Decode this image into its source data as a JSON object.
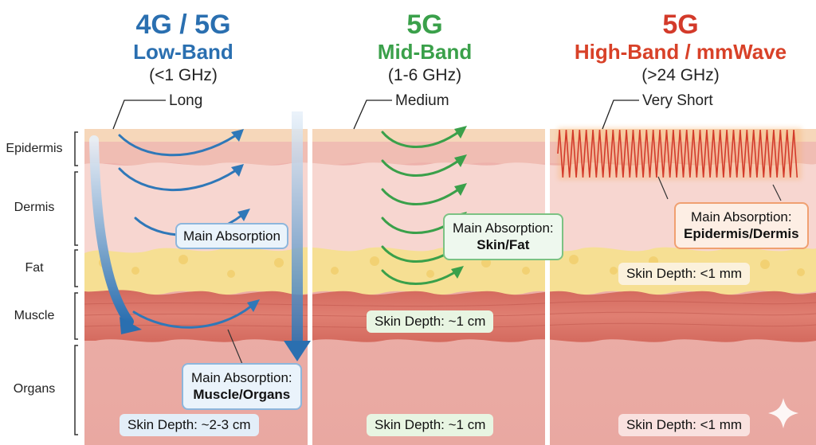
{
  "colors": {
    "low_band": "#2a6fb0",
    "mid_band": "#3aa04a",
    "high_band": "#d33a2a",
    "high_band_accent": "#e25a28",
    "epidermis": "#f2c3b6",
    "dermis": "#f6d2cc",
    "fat": "#f6df93",
    "muscle": "#d96e62",
    "organs": "#eeb3ad"
  },
  "layers": [
    "Epidermis",
    "Dermis",
    "Fat",
    "Muscle",
    "Organs"
  ],
  "bands": [
    {
      "title": "4G / 5G",
      "subtitle": "Low-Band",
      "range": "(<1 GHz)",
      "wavelength": "Long",
      "absorption_label": "Main Absorption",
      "absorption_prefix": "Main Absorption:",
      "absorption_target": "Muscle/Organs",
      "skin_depth": "Skin Depth: ~2-3 cm"
    },
    {
      "title": "5G",
      "subtitle": "Mid-Band",
      "range": "(1-6 GHz)",
      "wavelength": "Medium",
      "absorption_prefix": "Main Absorption:",
      "absorption_target": "Skin/Fat",
      "skin_depth_mid": "Skin Depth: ~1 cm",
      "skin_depth": "Skin Depth: ~1 cm"
    },
    {
      "title": "5G",
      "subtitle": "High-Band / mmWave",
      "range": "(>24 GHz)",
      "wavelength": "Very Short",
      "absorption_prefix": "Main Absorption:",
      "absorption_target": "Epidermis/Dermis",
      "skin_depth_mid": "Skin Depth: <1 mm",
      "skin_depth": "Skin Depth: <1 mm"
    }
  ]
}
